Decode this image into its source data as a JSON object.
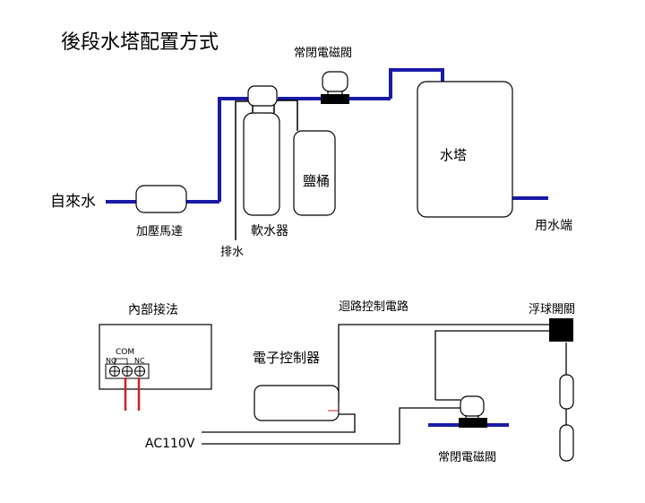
{
  "title": "後段水塔配置方式",
  "top": {
    "valve_label": "常閉電磁閥",
    "inlet_label": "自來水",
    "pump_label": "加壓馬達",
    "softener_label": "軟水器",
    "drain_label": "排水",
    "brine_label": "鹽桶",
    "tower_label": "水塔",
    "outlet_label": "用水端"
  },
  "bottom": {
    "wiring_title": "內部接法",
    "com_label": "COM",
    "no_label": "NO",
    "nc_label": "NC",
    "circuit_label": "迴路控制電路",
    "controller_label": "電子控制器",
    "float_switch_label": "浮球開關",
    "power_label": "AC110V",
    "valve_label": "常閉電磁閥"
  },
  "colors": {
    "pipe": "#1a1aa8",
    "wire": "#000000",
    "red_wire": "#d22020"
  }
}
